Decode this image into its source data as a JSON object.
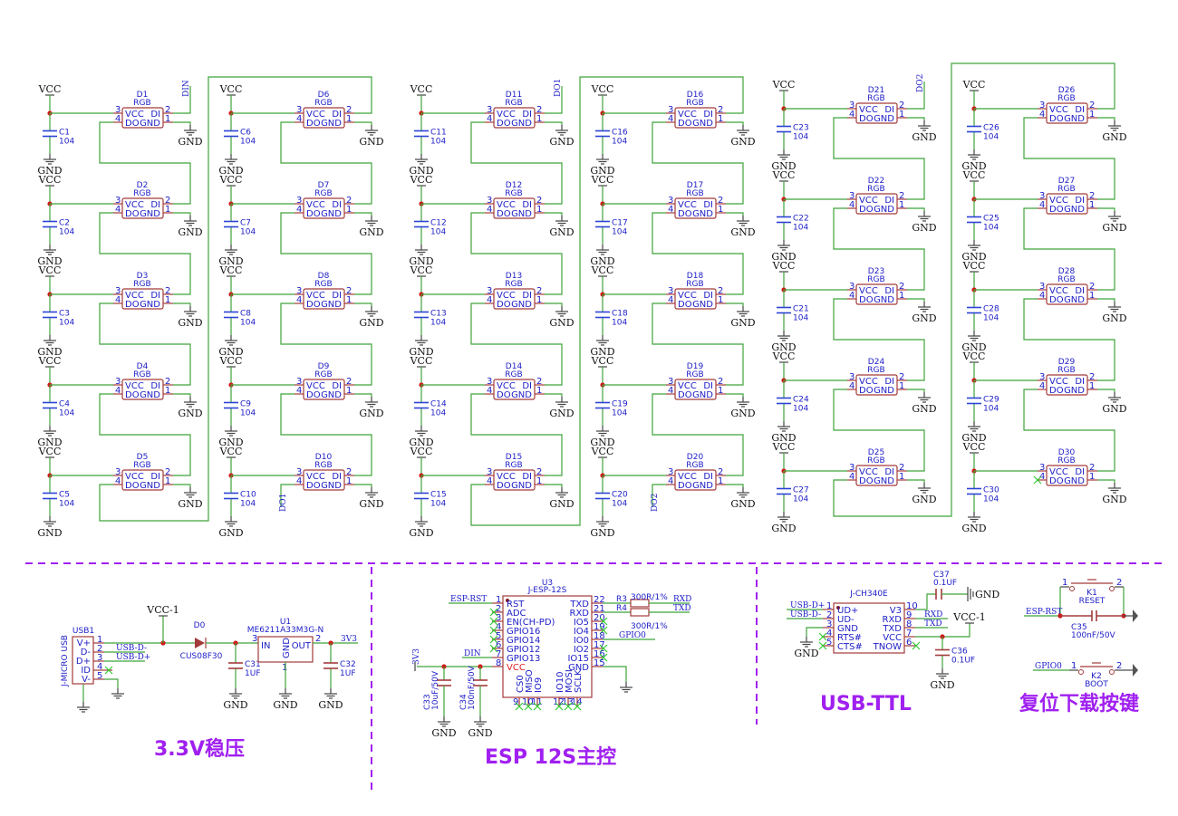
{
  "colors": {
    "wire": "#3fa33a",
    "pin": "#a33b3b",
    "text": "#2020c8",
    "junction": "#d01a1a",
    "title": "#a020f0",
    "noconnect": "#33cc33"
  },
  "common": {
    "vcc": "VCC",
    "gnd": "GND",
    "rgb_value": "RGB",
    "cap_value": "104",
    "led_pins": {
      "vcc": "VCC",
      "di": "DI",
      "do": "DO",
      "gnd": "GND",
      "p3": "3",
      "p2": "2",
      "p4": "4",
      "p1": "1"
    }
  },
  "led_columns": [
    {
      "leds": [
        "D1",
        "D2",
        "D3",
        "D4",
        "D5"
      ],
      "caps": [
        "C1",
        "C2",
        "C3",
        "C4",
        "C5"
      ],
      "top_net": "DIN",
      "bottom_net": ""
    },
    {
      "leds": [
        "D6",
        "D7",
        "D8",
        "D9",
        "D10"
      ],
      "caps": [
        "C6",
        "C7",
        "C8",
        "C9",
        "C10"
      ],
      "top_net": "",
      "bottom_net": "DO1"
    },
    {
      "leds": [
        "D11",
        "D12",
        "D13",
        "D14",
        "D15"
      ],
      "caps": [
        "C11",
        "C12",
        "C13",
        "C14",
        "C15"
      ],
      "top_net": "DO1",
      "bottom_net": ""
    },
    {
      "leds": [
        "D16",
        "D17",
        "D18",
        "D19",
        "D20"
      ],
      "caps": [
        "C16",
        "C17",
        "C18",
        "C19",
        "C20"
      ],
      "top_net": "",
      "bottom_net": "DO2"
    },
    {
      "leds": [
        "D21",
        "D22",
        "D23",
        "D24",
        "D25"
      ],
      "caps": [
        "C23",
        "C22",
        "C21",
        "C24",
        "C27"
      ],
      "top_net": "DO2",
      "bottom_net": ""
    },
    {
      "leds": [
        "D26",
        "D27",
        "D28",
        "D29",
        "D30"
      ],
      "caps": [
        "C26",
        "C25",
        "C28",
        "C29",
        "C30"
      ],
      "top_net": "",
      "bottom_net": ""
    }
  ],
  "power_section": {
    "title": "3.3V稳压",
    "usb": {
      "ref": "USB1",
      "value": "J-MICRO USB",
      "pins": [
        "V+",
        "D-",
        "D+",
        "ID",
        "V-"
      ],
      "pin_nums": [
        "1",
        "2",
        "3",
        "4",
        "5"
      ],
      "nets": [
        "USB-D-",
        "USB-D+"
      ]
    },
    "vcc1": "VCC-1",
    "diode": {
      "ref": "D0",
      "value": "CUS08F30"
    },
    "ldo": {
      "ref": "U1",
      "value": "ME6211A33M3G-N",
      "in": "IN",
      "out": "OUT",
      "gnd": "GND",
      "pin_in": "3",
      "pin_out": "2",
      "pin_gnd": "1"
    },
    "c31": {
      "ref": "C31",
      "value": "1UF"
    },
    "c32": {
      "ref": "C32",
      "value": "1UF"
    },
    "out_net": "3V3"
  },
  "esp_section": {
    "title": "ESP 12S主控",
    "ref": "U3",
    "value": "J-ESP-12S",
    "left_pins": [
      {
        "num": "1",
        "name": "RST",
        "net": "ESP-RST"
      },
      {
        "num": "2",
        "name": "ADC",
        "net": ""
      },
      {
        "num": "3",
        "name": "EN(CH-PD)",
        "net": ""
      },
      {
        "num": "4",
        "name": "GPIO16",
        "net": ""
      },
      {
        "num": "5",
        "name": "GPIO14",
        "net": ""
      },
      {
        "num": "6",
        "name": "GPIO12",
        "net": ""
      },
      {
        "num": "7",
        "name": "GPIO13",
        "net": "DIN"
      },
      {
        "num": "8",
        "name": "VCC",
        "net": "3V3"
      }
    ],
    "right_pins": [
      {
        "num": "22",
        "name": "TXD"
      },
      {
        "num": "21",
        "name": "RXD"
      },
      {
        "num": "20",
        "name": "IO5"
      },
      {
        "num": "19",
        "name": "IO4"
      },
      {
        "num": "18",
        "name": "IO0",
        "net": "GPIO0"
      },
      {
        "num": "17",
        "name": "IO2"
      },
      {
        "num": "16",
        "name": "IO15"
      },
      {
        "num": "15",
        "name": "GND"
      }
    ],
    "bottom_pins": [
      {
        "num": "9",
        "name": "CS0"
      },
      {
        "num": "10",
        "name": "MISO"
      },
      {
        "num": "11",
        "name": "IO9"
      },
      {
        "num": "12",
        "name": "IO10"
      },
      {
        "num": "13",
        "name": "MOSI"
      },
      {
        "num": "14",
        "name": "SCLK"
      }
    ],
    "r3": {
      "ref": "R3",
      "value": "300R/1%",
      "net": "RXD"
    },
    "r4": {
      "ref": "R4",
      "value": "300R/1%",
      "net": "TXD"
    },
    "c33": {
      "ref": "C33",
      "value": "10uF/50V"
    },
    "c34": {
      "ref": "C34",
      "value": "100nF/50V"
    }
  },
  "usb_ttl_section": {
    "title": "USB-TTL",
    "value": "J-CH340E",
    "left_pins": [
      {
        "num": "1",
        "name": "UD+",
        "net": "USB-D+"
      },
      {
        "num": "2",
        "name": "UD-",
        "net": "USB-D-"
      },
      {
        "num": "3",
        "name": "GND",
        "net": ""
      },
      {
        "num": "4",
        "name": "RTS#",
        "net": ""
      },
      {
        "num": "5",
        "name": "CTS#",
        "net": ""
      }
    ],
    "right_pins": [
      {
        "num": "10",
        "name": "V3",
        "net": ""
      },
      {
        "num": "9",
        "name": "RXD",
        "net": "RXD"
      },
      {
        "num": "8",
        "name": "TXD",
        "net": "TXD"
      },
      {
        "num": "7",
        "name": "VCC",
        "net": ""
      },
      {
        "num": "6",
        "name": "TNOW",
        "net": ""
      }
    ],
    "c37": {
      "ref": "C37",
      "value": "0.1UF"
    },
    "c36": {
      "ref": "C36",
      "value": "0.1UF"
    },
    "vcc1": "VCC-1"
  },
  "buttons_section": {
    "title": "复位下载按键",
    "k1": {
      "ref": "K1",
      "value": "RESET",
      "pin1": "1",
      "pin2": "2",
      "net": "ESP-RST"
    },
    "c35": {
      "ref": "C35",
      "value": "100nF/50V"
    },
    "k2": {
      "ref": "K2",
      "value": "BOOT",
      "pin1": "1",
      "pin2": "2",
      "net": "GPIO0"
    }
  }
}
